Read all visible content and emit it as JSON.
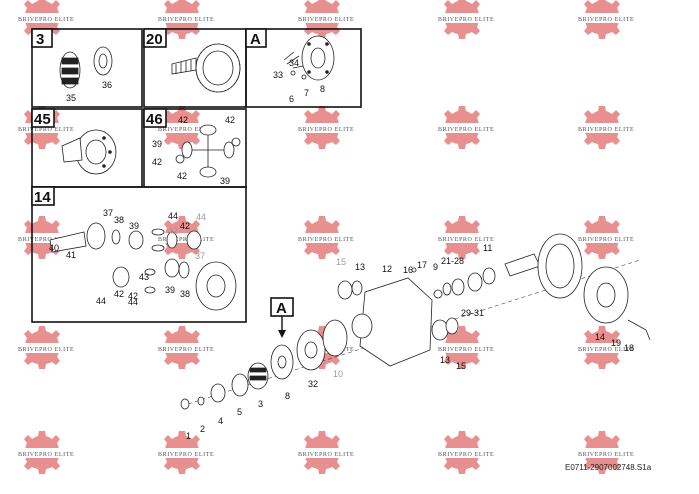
{
  "watermark": {
    "text": "BRIVEPRO ELITE",
    "color": "#e88f8f"
  },
  "drawing_ref": "E0711-29070027",
  "drawing_ref_suffix": "48.S1a",
  "boxes": [
    {
      "id": "box-3",
      "title": "3",
      "labels": [
        "35",
        "36"
      ]
    },
    {
      "id": "box-20",
      "title": "20",
      "labels": []
    },
    {
      "id": "box-A",
      "title": "A",
      "labels": [
        "33",
        "34",
        "6",
        "7",
        "8"
      ]
    },
    {
      "id": "box-45",
      "title": "45",
      "labels": []
    },
    {
      "id": "box-46",
      "title": "46",
      "labels": [
        "42",
        "42",
        "39",
        "42",
        "42",
        "39"
      ]
    },
    {
      "id": "box-14",
      "title": "14",
      "labels": [
        "37",
        "38",
        "40",
        "41",
        "39",
        "44",
        "42",
        "42",
        "44",
        "37",
        "43",
        "39",
        "38",
        "44",
        "42",
        "42",
        "44"
      ]
    }
  ],
  "callout_A": "A",
  "main_labels": [
    "15",
    "13",
    "12",
    "16",
    "17",
    "9",
    "21-28",
    "11",
    "29-31",
    "14",
    "19",
    "18",
    "13",
    "15",
    "10",
    "32",
    "8",
    "3",
    "5",
    "4",
    "2",
    "1"
  ]
}
